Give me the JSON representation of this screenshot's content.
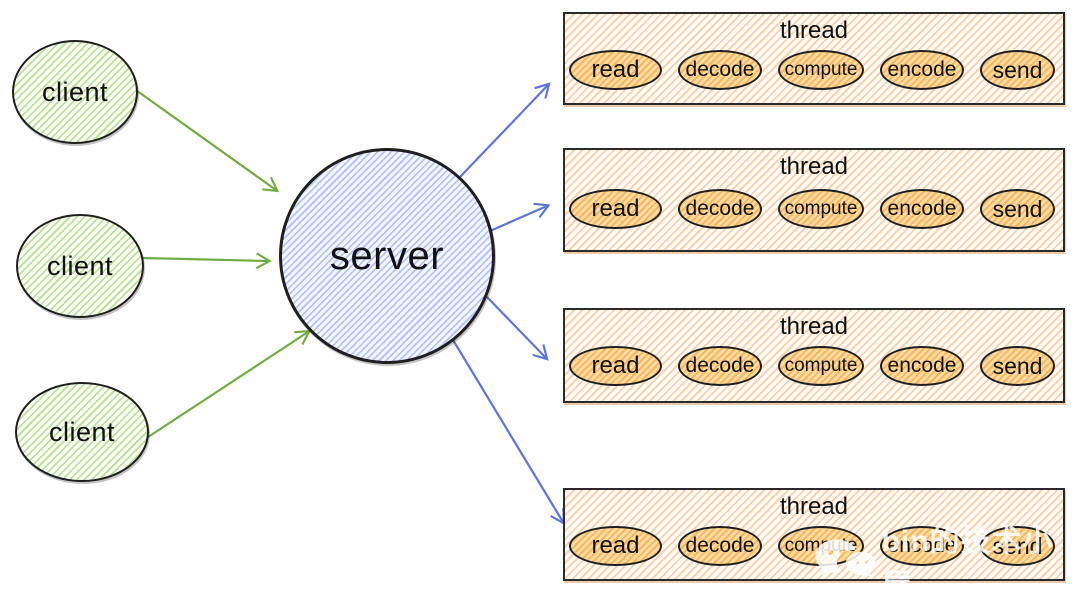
{
  "diagram": {
    "clients": [
      {
        "label": "client"
      },
      {
        "label": "client"
      },
      {
        "label": "client"
      }
    ],
    "server": {
      "label": "server"
    },
    "threads": [
      {
        "title": "thread",
        "stages": [
          "read",
          "decode",
          "compute",
          "encode",
          "send"
        ]
      },
      {
        "title": "thread",
        "stages": [
          "read",
          "decode",
          "compute",
          "encode",
          "send"
        ]
      },
      {
        "title": "thread",
        "stages": [
          "read",
          "decode",
          "compute",
          "encode",
          "send"
        ]
      },
      {
        "title": "thread",
        "stages": [
          "read",
          "decode",
          "compute",
          "encode",
          "send"
        ]
      }
    ],
    "watermark": {
      "icon": "wechat-icon",
      "text": "bin的技术小屋"
    },
    "colors": {
      "client_fill": "#a9d57f",
      "client_outline": "#1f1f1f",
      "client_arrow": "#72ab41",
      "server_fill": "#9db1f0",
      "server_arrow": "#5f74db",
      "thread_box_fill": "#f3a966",
      "stage_fill": "#f7b452",
      "outline": "#1f1f1f",
      "watermark_text": "#ffffff"
    }
  }
}
